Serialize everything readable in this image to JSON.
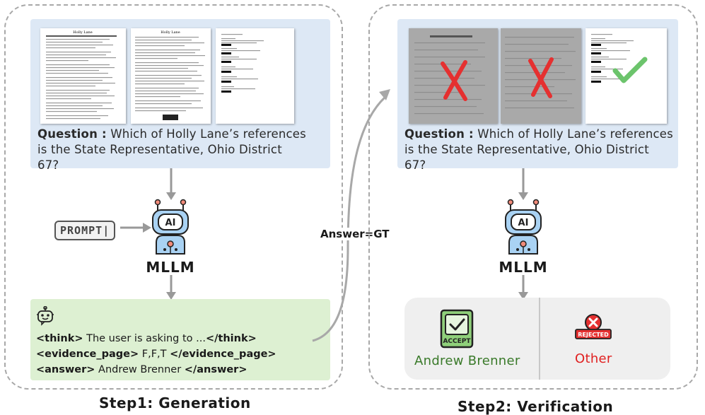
{
  "step1": {
    "question_label": "Question :",
    "question_line1": " Which of Holly Lane’s references",
    "question_line2": "is the State Representative, Ohio District",
    "question_line3": "67?",
    "prompt_label": "PROMPT",
    "model_label": "MLLM",
    "generation": {
      "think_open": "<think>",
      "think_text": " The user is asking to ...",
      "think_close": "</think>",
      "evidence_open": "<evidence_page>",
      "evidence_text": " F,F,T ",
      "evidence_close": "</evidence_page>",
      "answer_open": "<answer>",
      "answer_text": " Andrew Brenner ",
      "answer_close": "</answer>"
    },
    "title": "Step1: Generation"
  },
  "transition_label": "Answer=GT",
  "step2": {
    "question_label": "Question :",
    "question_line1": " Which of Holly Lane’s references",
    "question_line2": "is the State Representative, Ohio District",
    "question_line3": "67?",
    "model_label": "MLLM",
    "accept_text": "Andrew Brenner",
    "accept_badge": "ACCEPT",
    "reject_text": "Other",
    "reject_badge": "REJECTED",
    "title": "Step2: Verification"
  },
  "doc_header": "Holly Lane",
  "colors": {
    "accept": "#3a7a2a",
    "reject": "#e02020",
    "check": "#6cc46c",
    "cross": "#e53030"
  },
  "icons": [
    "robot-icon",
    "chat-bot-icon",
    "accept-badge-icon",
    "rejected-badge-icon",
    "cross-mark-icon",
    "check-mark-icon"
  ]
}
